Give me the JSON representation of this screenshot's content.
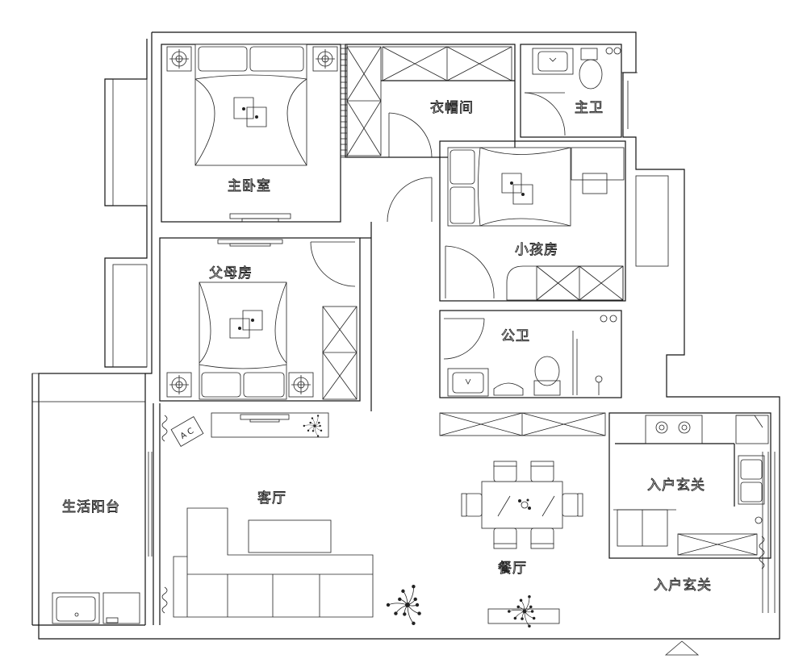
{
  "plan": {
    "rooms": [
      {
        "id": "master-bedroom",
        "label": "主卧室"
      },
      {
        "id": "walk-in-closet",
        "label": "衣帽间"
      },
      {
        "id": "master-bath",
        "label": "主卫"
      },
      {
        "id": "kids-room",
        "label": "小孩房"
      },
      {
        "id": "parents-room",
        "label": "父母房"
      },
      {
        "id": "public-bath",
        "label": "公卫"
      },
      {
        "id": "living-room",
        "label": "客厅"
      },
      {
        "id": "dining-room",
        "label": "餐厅"
      },
      {
        "id": "utility-balcony",
        "label": "生活阳台"
      },
      {
        "id": "entry-foyer-1",
        "label": "入户玄关"
      },
      {
        "id": "entry-foyer-2",
        "label": "入户玄关"
      }
    ],
    "stove_letters": "A C"
  }
}
